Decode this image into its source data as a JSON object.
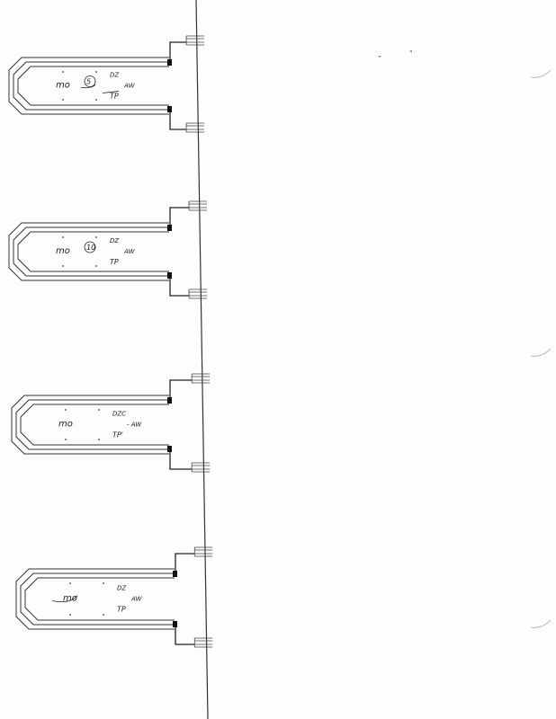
{
  "diagrams": [
    {
      "id": "stall-1",
      "labels": {
        "mo": "mo",
        "circled": "5",
        "dz": "DZ",
        "aw": "AW",
        "tp": "TP"
      }
    },
    {
      "id": "stall-2",
      "labels": {
        "mo": "mo",
        "circled": "10",
        "dz": "DZ",
        "aw": "AW",
        "tp": "TP"
      }
    },
    {
      "id": "stall-3",
      "labels": {
        "mo": "mo",
        "circled": "",
        "dz": "DZC",
        "aw": "- AW",
        "tp": "TP'"
      }
    },
    {
      "id": "stall-4",
      "labels": {
        "mo": "mo",
        "circled": "",
        "dz": "DZ",
        "aw": "AW",
        "tp": "TP"
      }
    }
  ],
  "stray_marks": [
    "”",
    "\""
  ]
}
